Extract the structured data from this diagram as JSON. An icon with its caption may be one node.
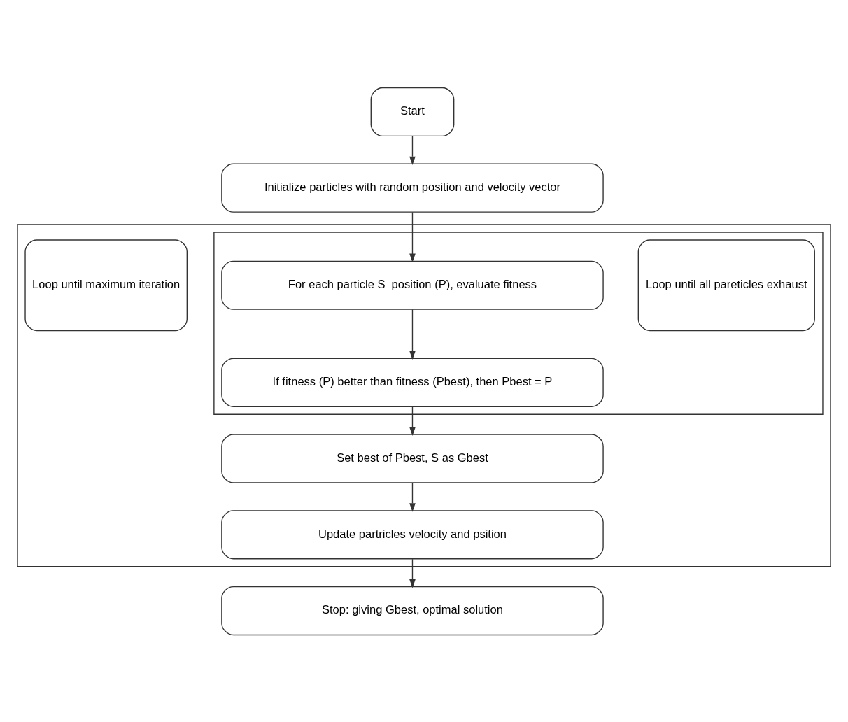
{
  "diagram": {
    "nodes": [
      {
        "text": [
          "Start"
        ]
      },
      {
        "text": [
          "Initialize particles with random position and velocity vector"
        ]
      },
      {
        "text": [],
        "shape": "box"
      },
      {
        "text": [],
        "shape": "box",
        "in": 2
      },
      {
        "text": [
          "Loop until all pareticles exhaust"
        ],
        "in": 3
      },
      {
        "text": [
          "For each particle S  position (P), evaluate fitness"
        ],
        "in": 3
      },
      {
        "text": [
          "If fitness (P) better than fitness (Pbest), then Pbest = P"
        ],
        "in": 3
      },
      {
        "text": [
          "Set best of Pbest, S as Gbest"
        ],
        "in": 2
      },
      {
        "text": [
          "Update partricles velocity and psition"
        ],
        "in": 2
      },
      {
        "text": [
          "Loop until maximum iteration"
        ],
        "in": 2
      },
      {
        "text": [
          "Stop: giving Gbest, optimal solution"
        ]
      }
    ],
    "edges": [
      {
        "from": 0,
        "to": 1,
        "arrow": "to"
      },
      {
        "from": 1,
        "to": 5,
        "arrow": "to"
      },
      {
        "from": 5,
        "to": 6,
        "arrow": "to"
      },
      {
        "from": 6,
        "to": 7,
        "arrow": "to"
      },
      {
        "from": 7,
        "to": 8,
        "arrow": "to"
      },
      {
        "from": 8,
        "to": 10,
        "arrow": "to"
      }
    ]
  }
}
